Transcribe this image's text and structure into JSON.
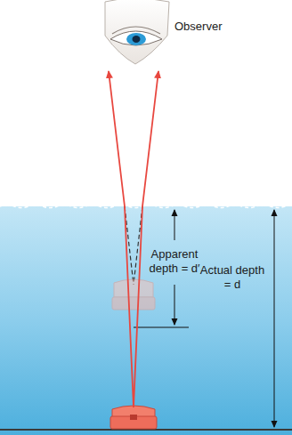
{
  "diagram": {
    "labels": [
      "Observer",
      "Apparent depth = d′",
      "Actual depth = d"
    ]
  }
}
